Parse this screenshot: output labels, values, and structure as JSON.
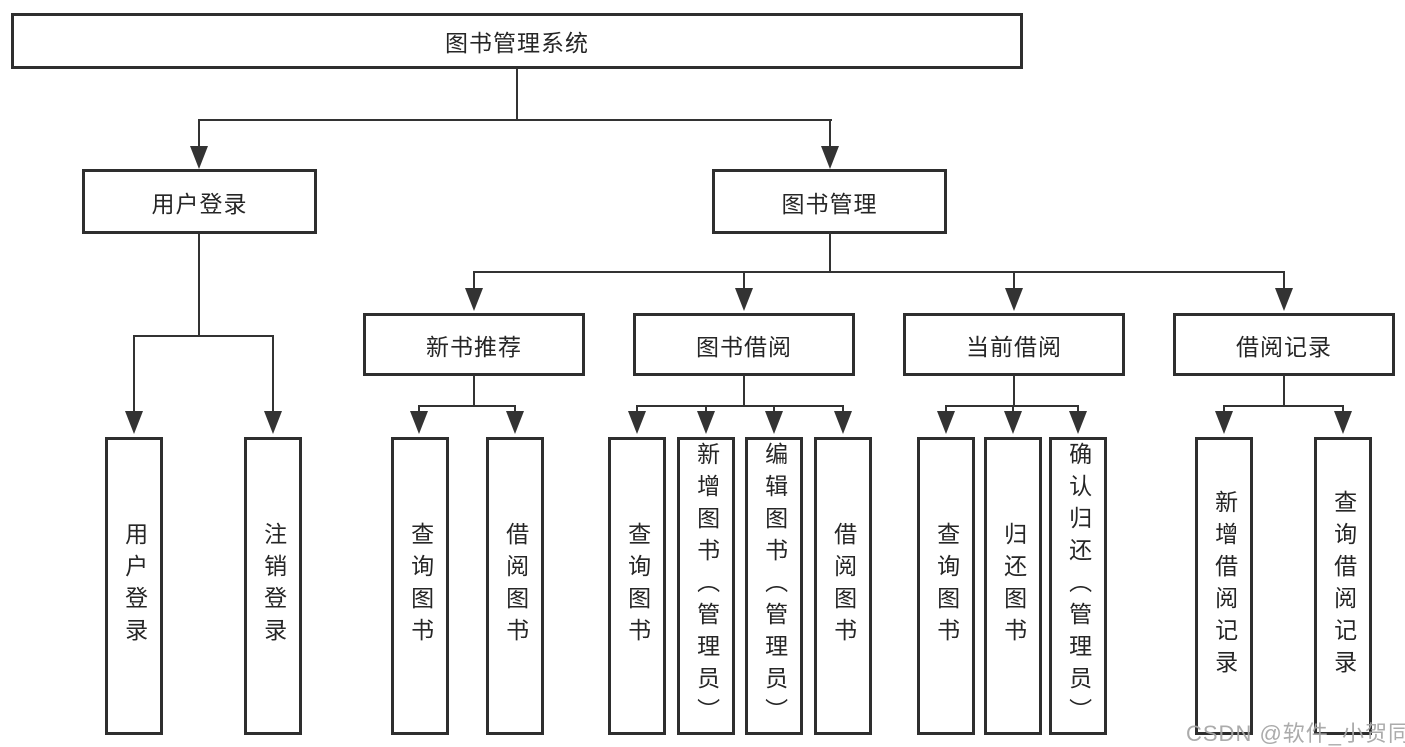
{
  "nodes": {
    "root": "图书管理系统",
    "level2": [
      "用户登录",
      "图书管理"
    ],
    "level3": [
      "新书推荐",
      "图书借阅",
      "当前借阅",
      "借阅记录"
    ],
    "leaves_login": [
      "用户登录",
      "注销登录"
    ],
    "leaves_recommend": [
      "查询图书",
      "借阅图书"
    ],
    "leaves_borrow": [
      "查询图书",
      "新增图书（管理员）",
      "编辑图书（管理员）",
      "借阅图书"
    ],
    "leaves_current": [
      "查询图书",
      "归还图书",
      "确认归还（管理员）"
    ],
    "leaves_records": [
      "新增借阅记录",
      "查询借阅记录"
    ]
  },
  "watermark": "CSDN @软件_小贺同学",
  "colors": {
    "line": "#333333",
    "border": "#2e2e2e",
    "text": "#262626",
    "watermark": "#a7a7a7",
    "background": "#ffffff"
  }
}
